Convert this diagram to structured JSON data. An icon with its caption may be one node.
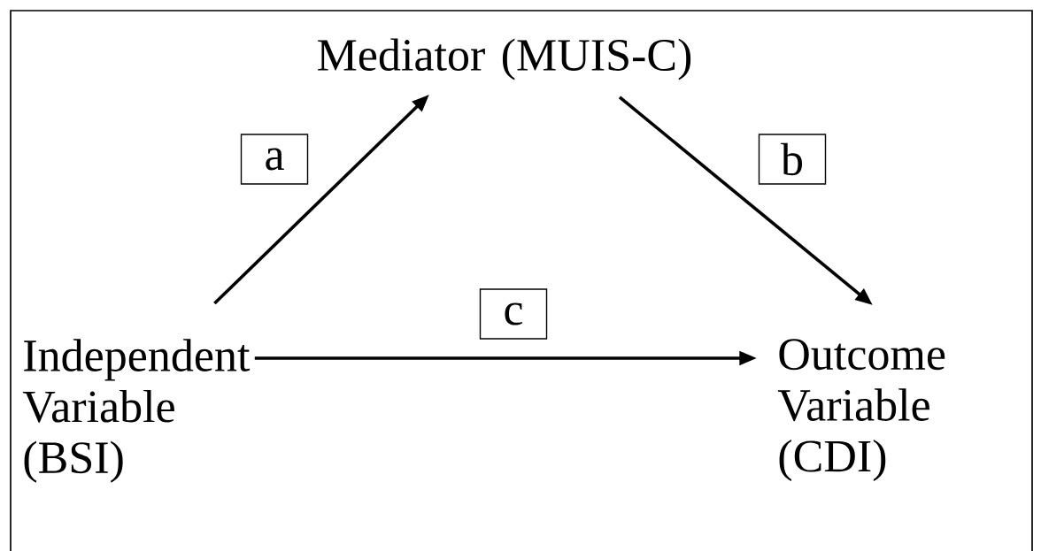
{
  "diagram": {
    "nodes": [
      {
        "text": [
          "Mediator (MUIS-C)"
        ]
      },
      {
        "text": [
          "Independent Variable (BSI)"
        ]
      },
      {
        "text": [
          "Outcome Variable (CDI)"
        ]
      }
    ],
    "edges": [
      {
        "from": 1,
        "to": 0,
        "arrow": "to",
        "label": "a"
      },
      {
        "from": 0,
        "to": 2,
        "arrow": "to",
        "label": "b"
      },
      {
        "from": 1,
        "to": 2,
        "arrow": "to",
        "label": "c"
      }
    ]
  }
}
